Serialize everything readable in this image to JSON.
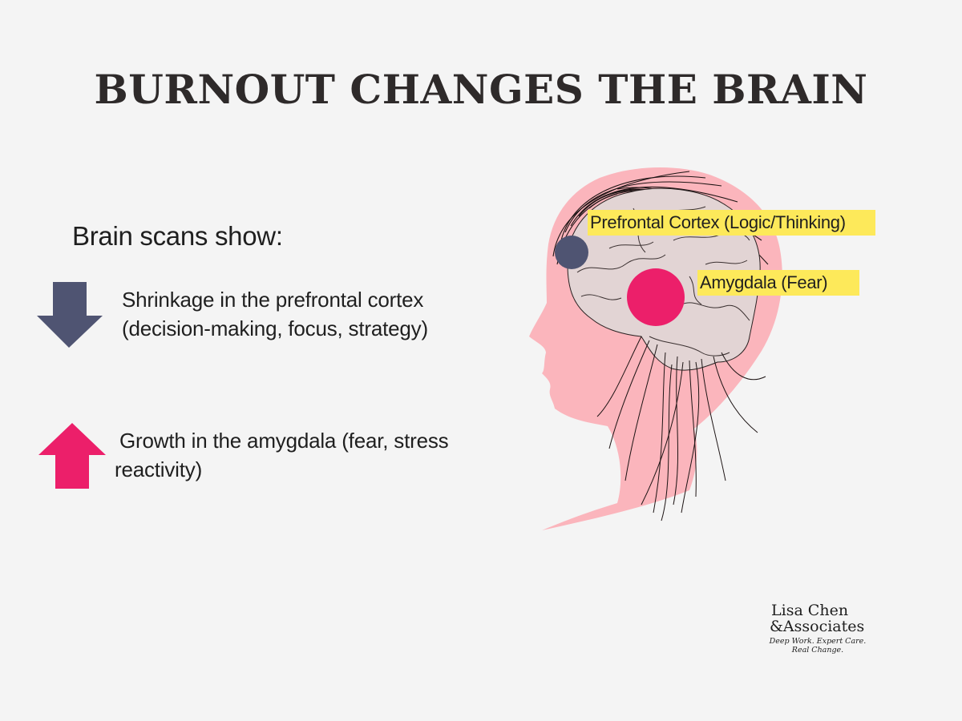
{
  "title": "BURNOUT CHANGES THE BRAIN",
  "intro": "Brain scans show:",
  "points": [
    {
      "direction": "down",
      "icon": "arrow-down-icon",
      "color": "#4f5472",
      "line1": "Shrinkage in the prefrontal cortex",
      "line2": "(decision-making, focus, strategy)"
    },
    {
      "direction": "up",
      "icon": "arrow-up-icon",
      "color": "#ec1f6a",
      "line1": "Growth in the amygdala (fear, stress",
      "line2": "reactivity)"
    }
  ],
  "diagram": {
    "labels": {
      "prefrontal": "Prefrontal Cortex (Logic/Thinking)",
      "amygdala": "Amygdala (Fear)"
    },
    "colors": {
      "head": "#fbb5bc",
      "brain": "#e2d4d4",
      "prefrontal_marker": "#4f5472",
      "amygdala_marker": "#ec1f6a",
      "label_highlight": "#fde95a"
    }
  },
  "logo": {
    "name": "Lisa Chen",
    "associates": "&Associates",
    "tagline_1": "Deep Work. Expert Care.",
    "tagline_2": "Real Change."
  }
}
